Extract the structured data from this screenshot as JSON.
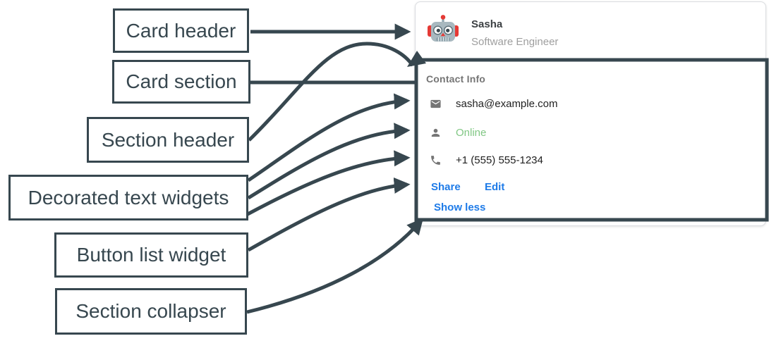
{
  "diagram": {
    "labels": [
      {
        "id": "card-header",
        "text": "Card header"
      },
      {
        "id": "card-section",
        "text": "Card section"
      },
      {
        "id": "section-header",
        "text": "Section header"
      },
      {
        "id": "decorated-text-widgets",
        "text": "Decorated text widgets"
      },
      {
        "id": "button-list-widget",
        "text": "Button list widget"
      },
      {
        "id": "section-collapser",
        "text": "Section collapser"
      }
    ],
    "connections": [
      {
        "from": "card-header",
        "to": "card header (avatar, name, title)",
        "style": "straight-arrow"
      },
      {
        "from": "card-section",
        "to": "highlighted section outline",
        "style": "straight-line"
      },
      {
        "from": "section-header",
        "to": "Contact Info header",
        "style": "curved-arrow"
      },
      {
        "from": "decorated-text-widgets",
        "to": "email row",
        "style": "curved-arrow"
      },
      {
        "from": "decorated-text-widgets",
        "to": "online row",
        "style": "curved-arrow"
      },
      {
        "from": "decorated-text-widgets",
        "to": "phone row",
        "style": "curved-arrow"
      },
      {
        "from": "button-list-widget",
        "to": "Share / Edit button list",
        "style": "curved-arrow"
      },
      {
        "from": "section-collapser",
        "to": "Show less collapser",
        "style": "curved-arrow"
      }
    ]
  },
  "card": {
    "header": {
      "avatar_icon": "robot-avatar",
      "name": "Sasha",
      "subtitle": "Software Engineer"
    },
    "section": {
      "title": "Contact Info",
      "rows": [
        {
          "icon": "mail-icon",
          "text": "sasha@example.com"
        },
        {
          "icon": "person-icon",
          "text": "Online"
        },
        {
          "icon": "phone-icon",
          "text": "+1 (555) 555-1234"
        }
      ],
      "buttons": [
        {
          "label": "Share"
        },
        {
          "label": "Edit"
        }
      ],
      "collapser_label": "Show less"
    }
  },
  "colors": {
    "annotation_slate": "#37474F",
    "link_blue": "#1E7BE8",
    "online_green": "#81C784",
    "icon_gray": "#757575",
    "text_dark": "#212121",
    "subtitle_gray": "#9E9E9E",
    "card_border": "#DADCE0"
  }
}
